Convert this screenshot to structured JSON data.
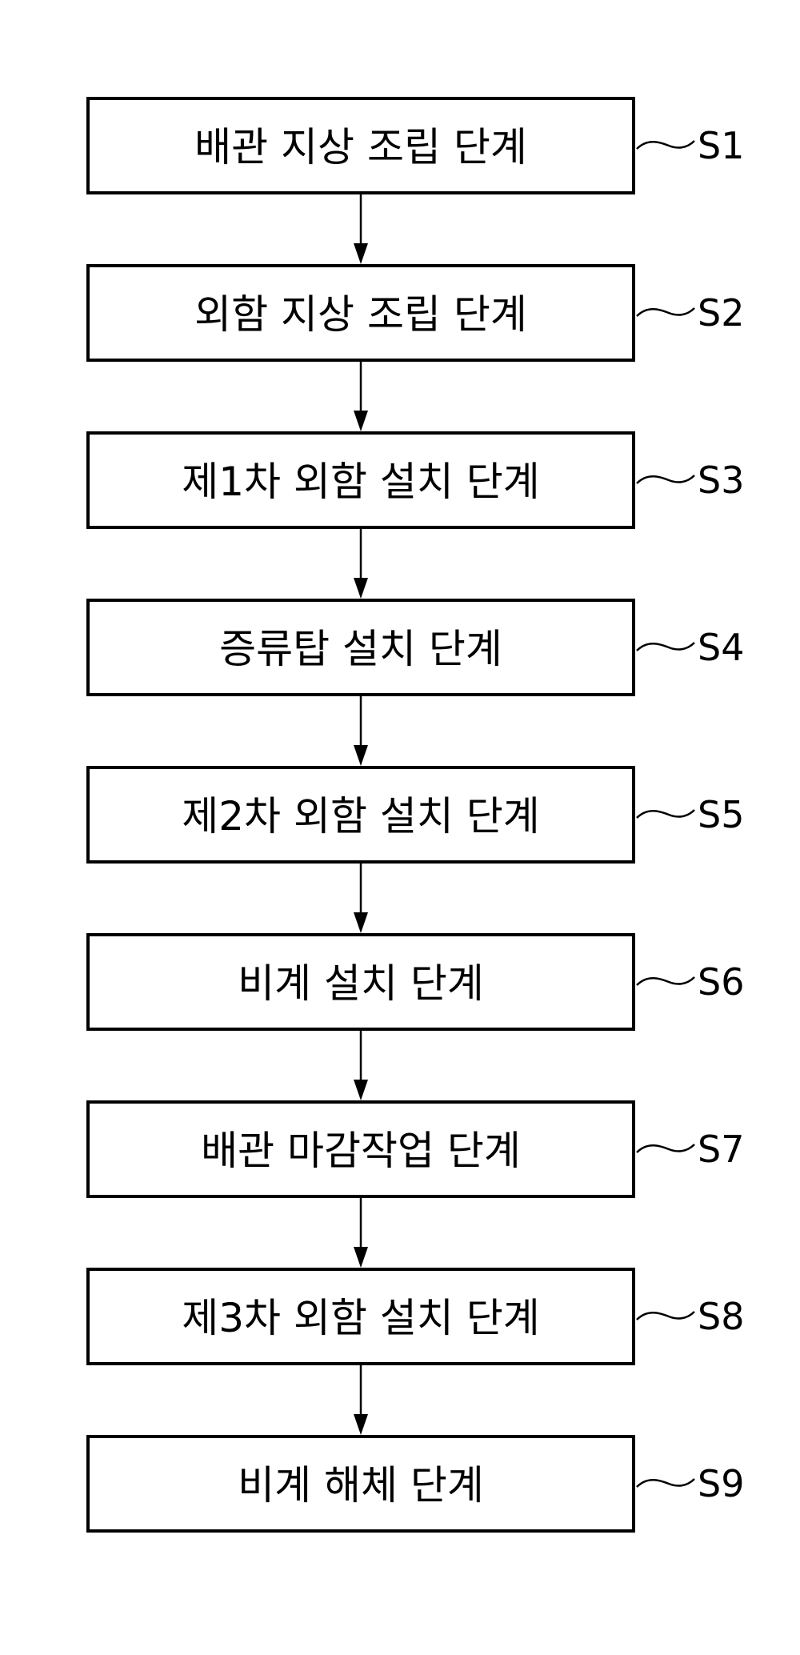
{
  "flowchart": {
    "steps": [
      {
        "id": "S1",
        "label": "배관 지상 조립 단계"
      },
      {
        "id": "S2",
        "label": "외함 지상 조립 단계"
      },
      {
        "id": "S3",
        "label": "제1차 외함 설치 단계"
      },
      {
        "id": "S4",
        "label": "증류탑 설치 단계"
      },
      {
        "id": "S5",
        "label": "제2차 외함 설치 단계"
      },
      {
        "id": "S6",
        "label": "비계 설치 단계"
      },
      {
        "id": "S7",
        "label": "배관 마감작업 단계"
      },
      {
        "id": "S8",
        "label": "제3차 외함 설치 단계"
      },
      {
        "id": "S9",
        "label": "비계 해체 단계"
      }
    ]
  }
}
